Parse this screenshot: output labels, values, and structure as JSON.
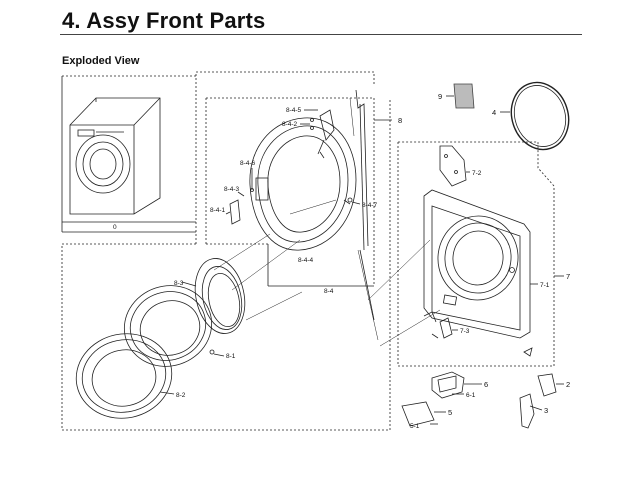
{
  "header": {
    "title": "4.  Assy Front Parts",
    "subtitle": "Exploded View"
  },
  "callouts": {
    "c0": "0",
    "c2": "2",
    "c3": "3",
    "c4": "4",
    "c5": "5",
    "c5_1": "5-1",
    "c6": "6",
    "c6_1": "6-1",
    "c7": "7",
    "c7_1": "7-1",
    "c7_2": "7-2",
    "c7_3": "7-3",
    "c8": "8",
    "c8_1": "8-1",
    "c8_2": "8-2",
    "c8_3": "8-3",
    "c8_4": "8-4",
    "c8_4_1": "8-4-1",
    "c8_4_2": "8-4-2",
    "c8_4_3": "8-4-3",
    "c8_4_4": "8-4-4",
    "c8_4_5": "8-4-5",
    "c8_4_6": "8-4-6",
    "c8_4_7": "8-4-7",
    "c9": "9"
  }
}
